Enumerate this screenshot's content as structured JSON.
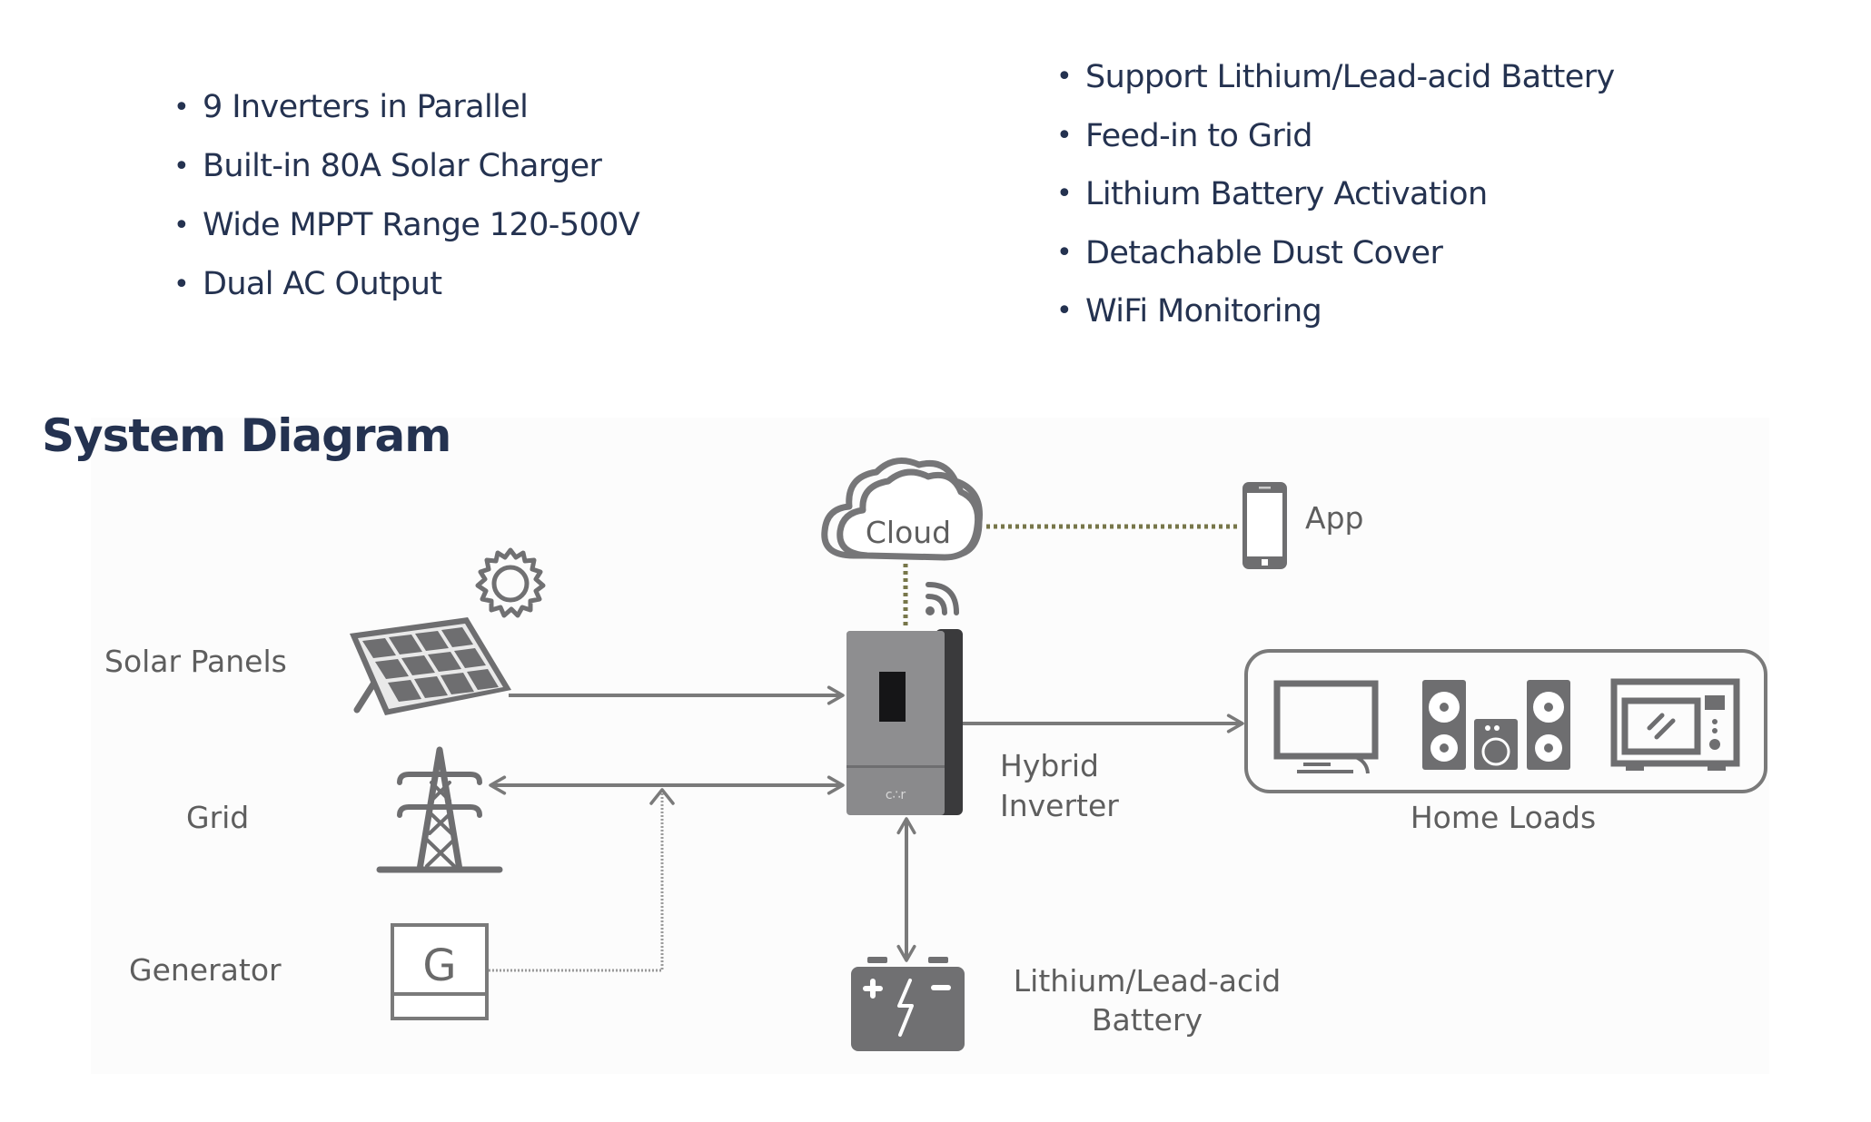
{
  "features_left": [
    "9 Inverters in Parallel",
    "Built-in 80A Solar Charger",
    "Wide MPPT Range 120-500V",
    "Dual AC Output"
  ],
  "features_right": [
    "Support Lithium/Lead-acid Battery",
    "Feed-in to Grid",
    "Lithium Battery Activation",
    "Detachable Dust Cover",
    "WiFi Monitoring"
  ],
  "bullet_glyph": "•",
  "section_heading": "System Diagram",
  "diagram": {
    "nodes": {
      "cloud": {
        "label": "Cloud",
        "icon": "cloud-icon"
      },
      "app": {
        "label": "App",
        "icon": "smartphone-icon"
      },
      "solar": {
        "label": "Solar Panels",
        "icon": "solar-panel-icon"
      },
      "sun": {
        "icon": "sun-icon"
      },
      "grid": {
        "label": "Grid",
        "icon": "transmission-tower-icon"
      },
      "generator": {
        "label": "Generator",
        "icon": "generator-icon",
        "glyph": "G"
      },
      "inverter": {
        "label_line1": "Hybrid",
        "label_line2": "Inverter",
        "icon": "inverter-device-icon"
      },
      "wifi": {
        "icon": "wifi-icon"
      },
      "battery": {
        "label_line1": "Lithium/Lead-acid",
        "label_line2": "Battery",
        "icon": "battery-icon"
      },
      "home_loads": {
        "label": "Home Loads",
        "icons": [
          "tv-icon",
          "speakers-icon",
          "microwave-icon"
        ]
      }
    },
    "connections": [
      {
        "from": "solar",
        "to": "inverter",
        "style": "solid",
        "direction": "one-way"
      },
      {
        "from": "grid",
        "to": "inverter",
        "style": "solid",
        "direction": "two-way"
      },
      {
        "from": "generator",
        "to": "grid-line",
        "style": "dotted",
        "direction": "one-way"
      },
      {
        "from": "inverter",
        "to": "home_loads",
        "style": "solid",
        "direction": "one-way"
      },
      {
        "from": "inverter",
        "to": "battery",
        "style": "solid",
        "direction": "two-way"
      },
      {
        "from": "inverter",
        "to": "cloud",
        "style": "dotted",
        "direction": "none"
      },
      {
        "from": "cloud",
        "to": "app",
        "style": "dotted",
        "direction": "none"
      }
    ],
    "colors": {
      "icon_gray": "#707072",
      "line_gray": "#7a7a7a",
      "dotted_olive": "#77764a",
      "label_gray": "#5e5e5e",
      "heading_navy": "#243250",
      "background": "#fcfcfc"
    }
  }
}
